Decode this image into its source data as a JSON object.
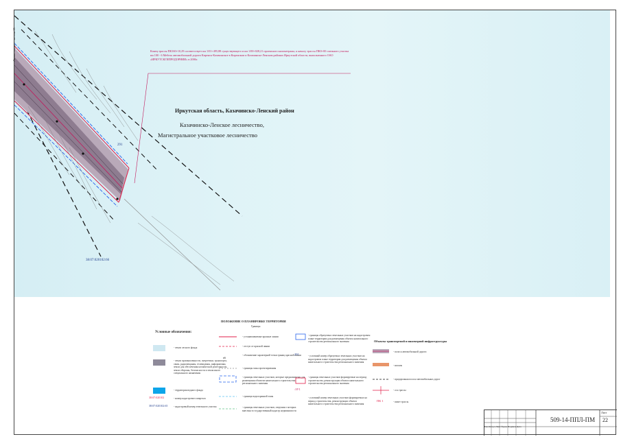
{
  "map": {
    "note": "Конец трассы ПК160+10,29 соответствует км 1/01+495,88 существующего и км 1/00+028,21 проектного километража, к началу трассы ПК0+00 смежного участка км 100 - 6 Мебель автомобильной дороги Киренск-Казачинское в Киренском и Казачинско-Ленском районах Иркутской области, выполненного ОАО «ИРКУТСКГИПРОДОРНИИ» в 2006г.",
    "region": "Иркутская область, Казачинско-Ленский район",
    "forestry_1": "Казачинско-Ленское лесничество,",
    "forestry_2": "Магистральное участковое лесничество",
    "vertical_label": "Линия сводки с листом 21",
    "cadastral_bottom": "38:07:020102:66",
    "code_291": "291"
  },
  "legend": {
    "conditional_title": "Условные обозначения:",
    "items_left": [
      {
        "text": "- земли лесного фонда",
        "color": "#cfe8f1"
      },
      {
        "text": "- земли промышленности, энергетики, транспорта, связи, радиовещания, телевидения, информатики, земли для обеспечения космической деятельности, земли обороны, безопасности и земли иного специального назначения",
        "color": "#8e8a9a"
      },
      {
        "text": "- территория водного фонда",
        "color": "#0ea5e9"
      }
    ],
    "cad_quarter_code": "38:07:020102",
    "cad_quarter_text": "- номер кадастрового квартала",
    "cad_plot_code": "38:07:020102:65",
    "cad_plot_text": "- кадастровый номер земельного участка",
    "position_title": "ПОЛОЖЕНИЕ О ПЛАНИРОВКЕ ТЕРРИТОРИИ",
    "position_sub": "Границы",
    "mid_items": [
      "- устанавливаемые красные линии",
      "- отступ от красной линии",
      "- обозначение характерной точки границ красной линии",
      "- границы зоны проектирования",
      "- границы земельных участков, которые предназначены для размещения объектов капитального строительства регионального значения",
      "- граница водоохранной зоны",
      "- границы земельных участков, сведения о которых внесены в государственный кадастр недвижимости"
    ],
    "right_items": [
      "- границы образуемых земельных участков на кадастровом плане территории для размещения объекта капитального строительства регионального значения",
      "- условный номер образуемых земельных участков на кадастровом плане территории для размещения объекта капитального строительства регионального значения",
      "- границы земельных участков формируемые на период строительства, реконструкции объекта капитального строительства регионального значения",
      "- условный номер земельных участков формируемых на период строительства, реконструкции объекта капитального строительства регионального значения"
    ],
    "right_codes": [
      "291",
      ":ЗУ1"
    ],
    "transport_title": "Объекты транспортной и инженерной инфраструктуры",
    "transport_items": [
      "- полоса автомобильной дороги",
      "- насыпь",
      "- придорожная полоса автомобильных дорог",
      "- ось трассы",
      "- пикет трассы"
    ],
    "picket_label": "ПК 1",
    "point_label": "н6"
  },
  "stamp": {
    "code": "509-14-ППЛ-ПМ",
    "sheet_label": "Лист",
    "sheet_number": "22",
    "columns": "Изм. Кол.уч Лист №док. Подпись Дата"
  },
  "colors": {
    "red_line": "#e11d48",
    "blue_line": "#2563eb",
    "road_fill": "#9a8c9e"
  }
}
